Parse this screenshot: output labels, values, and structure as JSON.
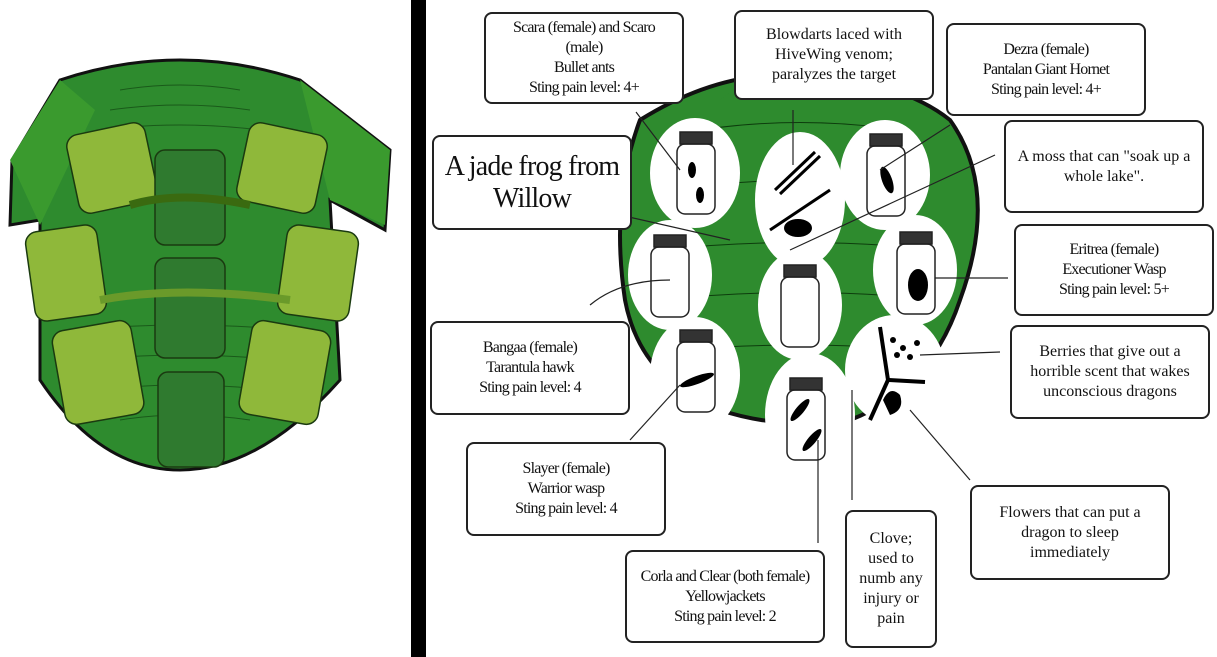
{
  "labels": {
    "bullet_ants": "Scara (female) and Scaro (male)\nBullet ants\nSting pain level: 4+",
    "blowdarts": "Blowdarts laced with HiveWing venom; paralyzes the target",
    "hornet": "Dezra (female)\nPantalan Giant Hornet\nSting pain level: 4+",
    "frog": "A jade frog from Willow",
    "moss": "A moss that can \"soak up a whole lake\".",
    "executioner_wasp": "Eritrea (female)\nExecutioner Wasp\nSting pain level: 5+",
    "tarantula_hawk": "Bangaa (female)\nTarantula hawk\nSting pain level: 4",
    "berries": "Berries that give out a horrible scent that wakes unconscious dragons",
    "warrior_wasp": "Slayer (female)\nWarrior wasp\nSting pain level: 4",
    "flowers": "Flowers that can put a dragon to sleep immediately",
    "yellowjackets": "Corla and Clear (both female)\nYellowjackets\nSting pain level: 2",
    "clove": "Clove; used to numb any injury or pain"
  },
  "colors": {
    "shell_green": "#2e8b2e",
    "dark_green": "#1f6b1f",
    "pouch_light": "#8fb83a",
    "pouch_dark": "#2f7a2f",
    "divider": "#000000"
  }
}
